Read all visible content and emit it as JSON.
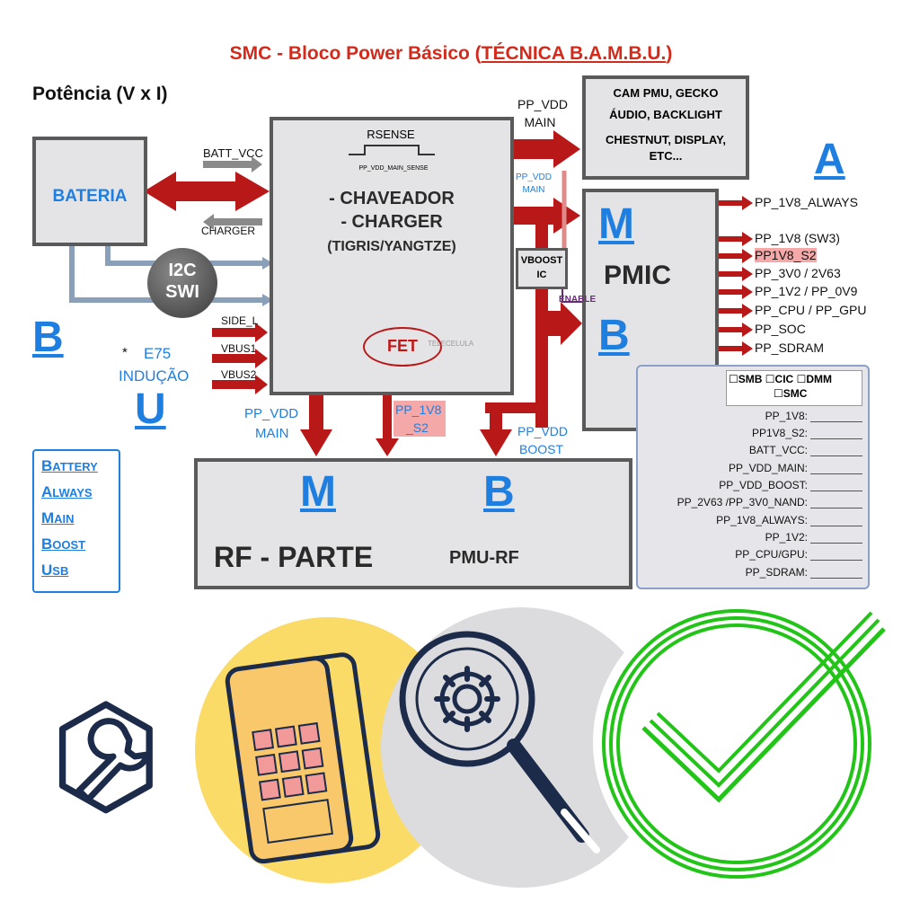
{
  "header": {
    "title_prefix": "SMC - Bloco Power Básico (",
    "title_link": "TÉCNICA B.A.M.B.U.",
    "title_suffix": ")",
    "potencia": "Potência (V x I)"
  },
  "blocks": {
    "bateria": "BATERIA",
    "i2c": "I2C",
    "swi": "SWI",
    "chaveador_1": "- CHAVEADOR",
    "chaveador_2": "- CHARGER",
    "chaveador_3": "(TIGRIS/YANGTZE)",
    "rsense": "RSENSE",
    "rsense_sub": "PP_VDD_MAIN_SENSE",
    "fet": "FET",
    "telecelula": "TELECELULA",
    "cam_1": "CAM PMU, GECKO",
    "cam_2": "ÁUDIO, BACKLIGHT",
    "cam_3": "CHESTNUT, DISPLAY,",
    "cam_4": "ETC...",
    "pmic": "PMIC",
    "vboost_1": "VBOOST",
    "vboost_2": "IC",
    "enable": "ENABLE",
    "rf": "RF - PARTE",
    "pmurf": "PMU-RF"
  },
  "signals": {
    "batt_vcc": "BATT_VCC",
    "charger": "CHARGER",
    "side_l": "SIDE_L",
    "vbus1": "VBUS1",
    "vbus2": "VBUS2",
    "pp_vdd_main_top_1": "PP_VDD",
    "pp_vdd_main_top_2": "MAIN",
    "pp_vdd_main_blue_1": "PP_VDD",
    "pp_vdd_main_blue_2": "MAIN",
    "pp_vdd_main_bottom_1": "PP_VDD",
    "pp_vdd_main_bottom_2": "MAIN",
    "pp_1v8_s2_1": "PP_1V8",
    "pp_1v8_s2_2": "_S2",
    "pp_vdd_boost_1": "PP_VDD",
    "pp_vdd_boost_2": "BOOST",
    "e75_star": "*",
    "e75": "E75",
    "inducao": "INDUÇÃO"
  },
  "letters": {
    "A": "A",
    "B_left": "B",
    "U": "U",
    "M_pmic": "M",
    "B_pmic": "B",
    "M_rf": "M",
    "B_rf": "B"
  },
  "rails": [
    "PP_1V8_ALWAYS",
    "PP_1V8 (SW3)",
    "PP1V8_S2",
    "PP_3V0 / 2V63",
    "PP_1V2 / PP_0V9",
    "PP_CPU / PP_GPU",
    "PP_SOC",
    "PP_SDRAM"
  ],
  "checklist": {
    "opt_smb": "SMB",
    "opt_cic": "CIC",
    "opt_dmm": "DMM",
    "opt_smc": "SMC",
    "rows": [
      "PP_1V8:",
      "PP1V8_S2:",
      "BATT_VCC:",
      "PP_VDD_MAIN:",
      "PP_VDD_BOOST:",
      "PP_2V63 /PP_3V0_NAND:",
      "PP_1V8_ALWAYS:",
      "PP_1V2:",
      "PP_CPU/GPU:",
      "PP_SDRAM:"
    ]
  },
  "acronym": [
    {
      "initial": "B",
      "rest": "ATTERY"
    },
    {
      "initial": "A",
      "rest": "LWAYS"
    },
    {
      "initial": "M",
      "rest": "AIN"
    },
    {
      "initial": "B",
      "rest": "OOST"
    },
    {
      "initial": "U",
      "rest": "SB"
    }
  ],
  "colors": {
    "title_red": "#d42a1c",
    "arrow_red": "#b81818",
    "letter_blue": "#1f7fe0",
    "box_gray": "#e4e4e6",
    "yellow_circle": "#fbdb67",
    "gray_circle": "#dcdcde",
    "check_green": "#22c418",
    "icon_navy": "#1c2b4a"
  },
  "icons": [
    "wrench-hexagon-icon",
    "smartphone-icon",
    "magnifier-gear-icon",
    "checkmark-circle-icon"
  ]
}
